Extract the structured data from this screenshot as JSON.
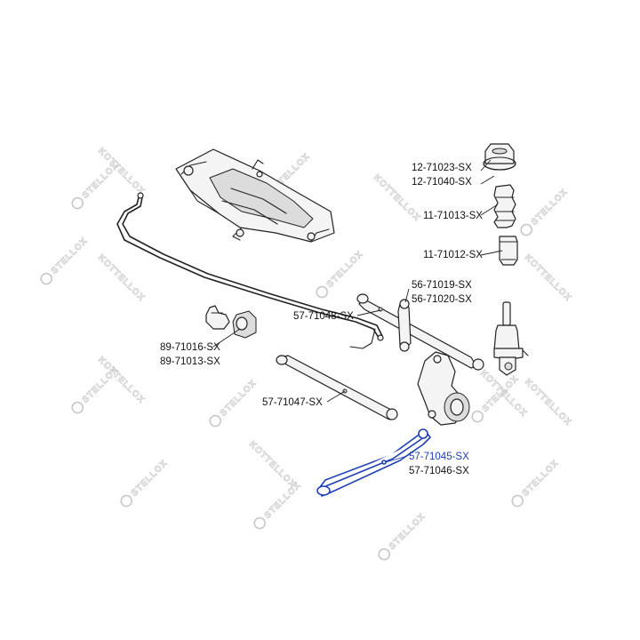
{
  "watermark": {
    "text_a": "STELLOX",
    "text_b": "KOTTELLOX"
  },
  "colors": {
    "highlight": "#1f3fb4",
    "ink": "#222222",
    "watermark": "#c8c8c8"
  },
  "labels": {
    "p12_71023": "12-71023-SX",
    "p12_71040": "12-71040-SX",
    "p11_71013": "11-71013-SX",
    "p11_71012": "11-71012-SX",
    "p56_71019": "56-71019-SX",
    "p56_71020": "56-71020-SX",
    "p57_71048": "57-71048-SX",
    "p89_71016": "89-71016-SX",
    "p89_71013": "89-71013-SX",
    "p57_71047": "57-71047-SX",
    "p57_71045": "57-71045-SX",
    "p57_71046": "57-71046-SX"
  }
}
